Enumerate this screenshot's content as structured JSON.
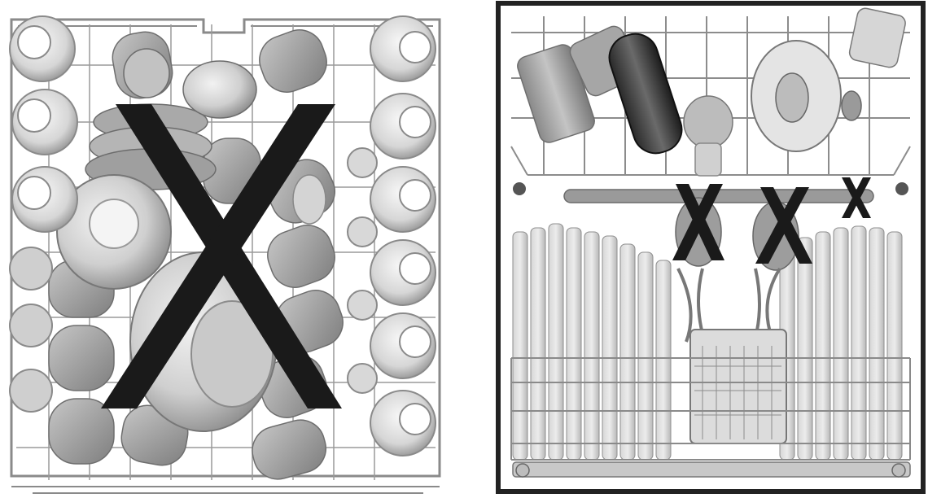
{
  "figure": {
    "left_panel": {
      "view": "top-down",
      "mark": "X",
      "mark_count": 1
    },
    "right_panel": {
      "view": "front",
      "mark": "X",
      "mark_count": 3,
      "framed": true
    }
  },
  "colors": {
    "background": "#ffffff",
    "mark": "#1a1a1a",
    "wire": "#7a7a7a",
    "dish_light": "#e9e9e9",
    "dish_mid": "#bdbdbd",
    "dish_dark": "#8f8f8f",
    "frame": "#222222"
  }
}
